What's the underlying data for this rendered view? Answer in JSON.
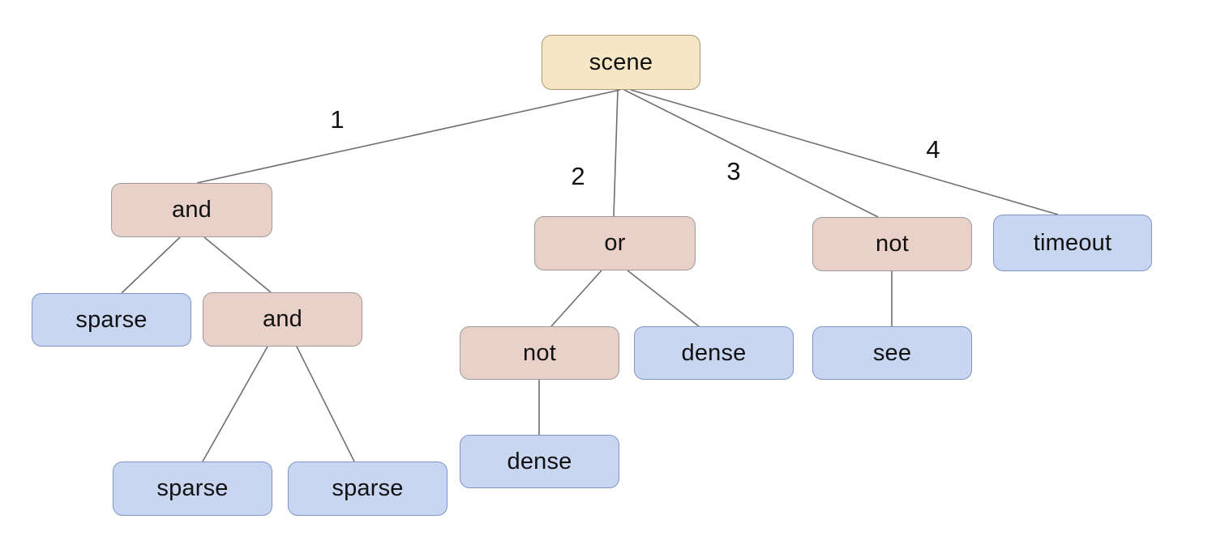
{
  "diagram": {
    "type": "tree",
    "colors": {
      "root_fill": "#f6e6c5",
      "root_border": "#ab9a70",
      "op_fill": "#e9d1ca",
      "op_border": "#9b9b9b",
      "leaf_fill": "#c8d6f2",
      "leaf_border": "#8195c5",
      "edge": "#6f6f6f",
      "text": "#111111",
      "background": "#ffffff"
    },
    "nodes": {
      "scene": {
        "label": "scene"
      },
      "and1": {
        "label": "and"
      },
      "or1": {
        "label": "or"
      },
      "not1": {
        "label": "not"
      },
      "timeout1": {
        "label": "timeout"
      },
      "sparse1": {
        "label": "sparse"
      },
      "and2": {
        "label": "and"
      },
      "not2": {
        "label": "not"
      },
      "dense1": {
        "label": "dense"
      },
      "see1": {
        "label": "see"
      },
      "sparse2": {
        "label": "sparse"
      },
      "sparse3": {
        "label": "sparse"
      },
      "dense2": {
        "label": "dense"
      }
    },
    "edge_labels": {
      "1": "1",
      "2": "2",
      "3": "3",
      "4": "4"
    },
    "tree": {
      "label": "scene",
      "children": [
        {
          "edge": "1",
          "label": "and",
          "children": [
            {
              "label": "sparse"
            },
            {
              "label": "and",
              "children": [
                {
                  "label": "sparse"
                },
                {
                  "label": "sparse"
                }
              ]
            }
          ]
        },
        {
          "edge": "2",
          "label": "or",
          "children": [
            {
              "label": "not",
              "children": [
                {
                  "label": "dense"
                }
              ]
            },
            {
              "label": "dense"
            }
          ]
        },
        {
          "edge": "3",
          "label": "not",
          "children": [
            {
              "label": "see"
            }
          ]
        },
        {
          "edge": "4",
          "label": "timeout"
        }
      ]
    }
  }
}
